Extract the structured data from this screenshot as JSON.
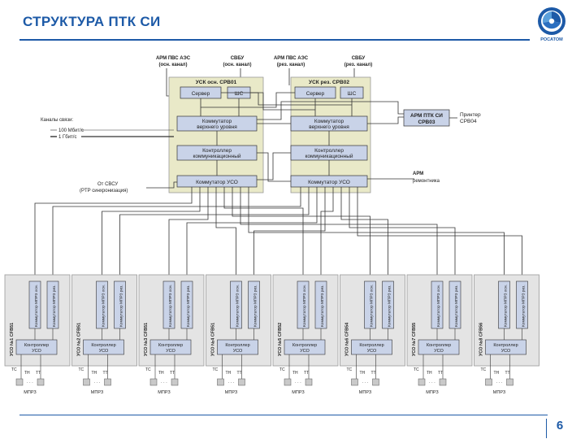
{
  "header": {
    "title": "СТРУКТУРА ПТК СИ",
    "logo_text": "РОСАТОМ",
    "page_number": "6"
  },
  "top_labels": {
    "arm_main": [
      "АРМ ПВС АЭС",
      "(осн. канал)"
    ],
    "svbu_main": [
      "СВБУ",
      "(осн. канал)"
    ],
    "arm_res": [
      "АРМ ПВС АЭС",
      "(рез. канал)"
    ],
    "svbu_res": [
      "СВБУ",
      "(рез. канал)"
    ]
  },
  "usk_main": {
    "title": "УСК осн. CPB01",
    "server": "Сервер",
    "shs": "ШС",
    "switch_top": [
      "Коммутатор",
      "верхнего уровня"
    ],
    "controller": [
      "Контроллер",
      "коммуникационный"
    ],
    "switch_uso": "Коммутатор УСО"
  },
  "usk_res": {
    "title": "УСК рез. CPB02",
    "server": "Сервер",
    "shs": "ШС",
    "switch_top": [
      "Коммутатор",
      "верхнего уровня"
    ],
    "controller": [
      "Контроллер",
      "коммуникационный"
    ],
    "switch_uso": "Коммутатор УСО"
  },
  "right": {
    "arm_ptk": [
      "АРМ ПТК СИ",
      "CPB03"
    ],
    "printer": [
      "Принтер",
      "CPB04"
    ],
    "arm_repair": [
      "АРМ",
      "ремонтника"
    ]
  },
  "legend": {
    "title": "Каналы связи:",
    "items": [
      "100 Мбит/с",
      "1 Гбит/с"
    ],
    "from_svsu": [
      "От СВСУ",
      "(PTP синхронизация)"
    ]
  },
  "uso_units": [
    {
      "label": "УСО №1 CFB51",
      "controller": [
        "Контроллер",
        "УСО"
      ],
      "modules": [
        "Коммутатор МПРЗ осн.",
        "Коммутатор МПРЗ рез."
      ],
      "mprz": "МПРЗ",
      "signals": [
        "ТС",
        "ТН",
        "ТТ"
      ]
    },
    {
      "label": "УСО №2 CFB51",
      "controller": [
        "Контроллер",
        "УСО"
      ],
      "modules": [
        "Коммутатор МПРЗ осн.",
        "Коммутатор МПРЗ рез."
      ],
      "mprz": "МПРЗ",
      "signals": [
        "ТС",
        "ТН",
        "ТТ"
      ]
    },
    {
      "label": "УСО №3 CFB51",
      "controller": [
        "Контроллер",
        "УСО"
      ],
      "modules": [
        "Коммутатор МПРЗ осн.",
        "Коммутатор МПРЗ рез."
      ],
      "mprz": "МПРЗ",
      "signals": [
        "ТС",
        "ТН",
        "ТТ"
      ]
    },
    {
      "label": "УСО №4 CFB51",
      "controller": [
        "Контроллер",
        "УСО"
      ],
      "modules": [
        "Коммутатор МПРЗ осн.",
        "Коммутатор МПРЗ рез."
      ],
      "mprz": "МПРЗ",
      "signals": [
        "ТС",
        "ТН",
        "ТТ"
      ]
    },
    {
      "label": "УСО №5 CFB52",
      "controller": [
        "Контроллер",
        "УСО"
      ],
      "modules": [
        "Коммутатор МПРЗ осн.",
        "Коммутатор МПРЗ рез."
      ],
      "mprz": "МПРЗ",
      "signals": [
        "ТС",
        "ТН",
        "ТТ"
      ]
    },
    {
      "label": "УСО №6 CFB54",
      "controller": [
        "Контроллер",
        "УСО"
      ],
      "modules": [
        "Коммутатор МПРЗ осн.",
        "Коммутатор МПРЗ рез."
      ],
      "mprz": "МПРЗ",
      "signals": [
        "ТС",
        "ТН",
        "ТТ"
      ]
    },
    {
      "label": "УСО №7 CFB55",
      "controller": [
        "Контроллер",
        "УСО"
      ],
      "modules": [
        "Коммутатор МПРЗ осн.",
        "Коммутатор МПРЗ рез."
      ],
      "mprz": "МПРЗ",
      "signals": [
        "ТС",
        "ТН",
        "ТТ"
      ]
    },
    {
      "label": "УСО №8 CFB56",
      "controller": [
        "Контроллер",
        "УСО"
      ],
      "modules": [
        "Коммутатор МПРЗ осн.",
        "Коммутатор МПРЗ рез."
      ],
      "mprz": "МПРЗ",
      "signals": [
        "ТС",
        "ТН",
        "ТТ"
      ]
    }
  ],
  "colors": {
    "accent": "#1d5aa7",
    "panel": "#e9e9c8",
    "box": "#c9d3e8",
    "uso_panel": "#e4e4e4"
  }
}
